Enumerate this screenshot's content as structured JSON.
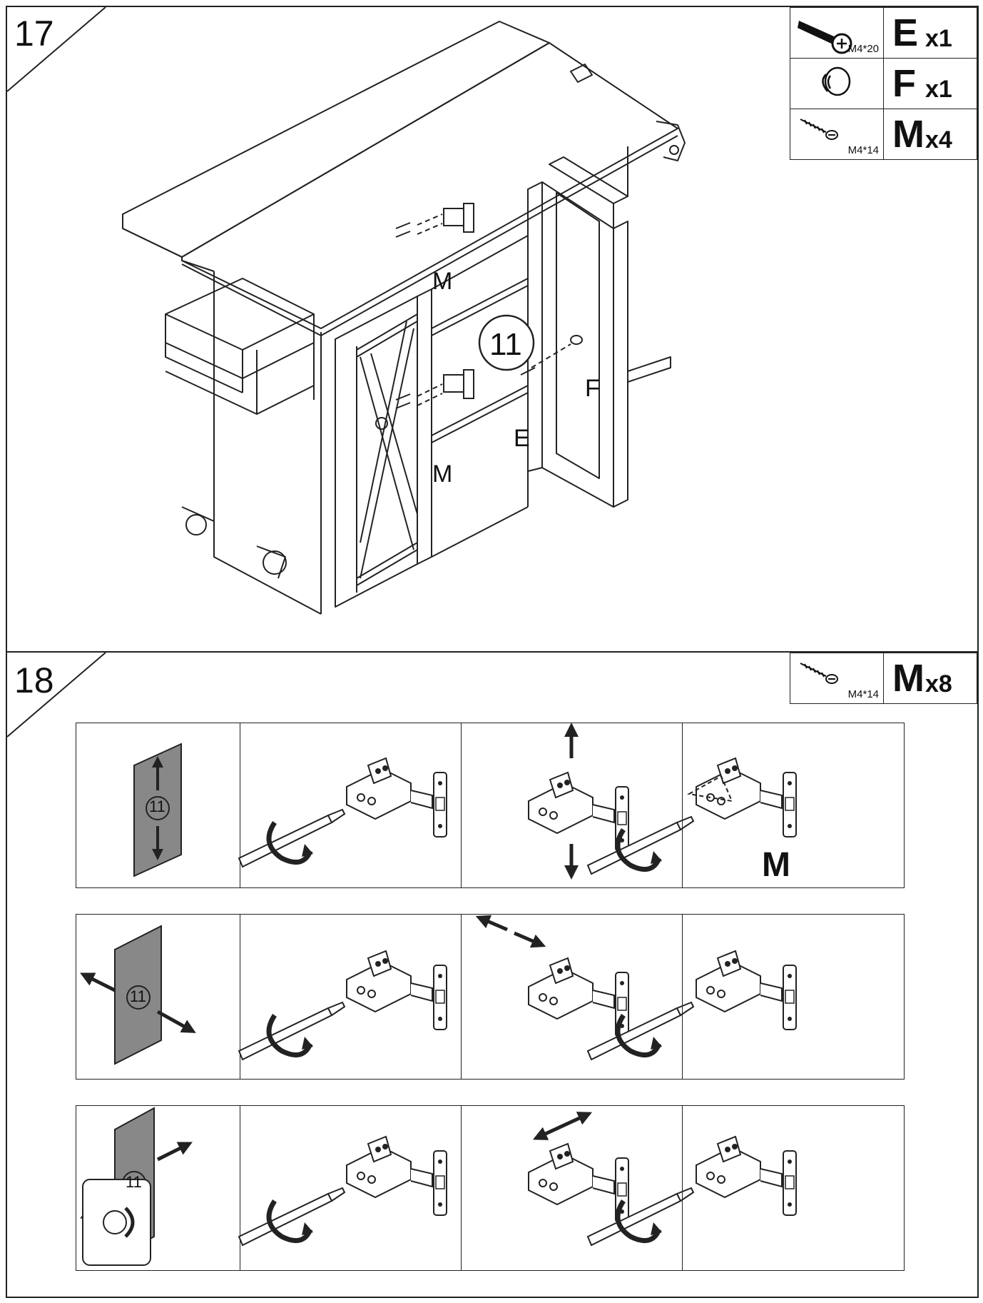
{
  "step17": {
    "number": "17",
    "parts": [
      {
        "icon": "bolt-icon",
        "size": "M4*20",
        "letter": "E",
        "qty": "x1"
      },
      {
        "icon": "knob-icon",
        "size": "",
        "letter": "F",
        "qty": "x1"
      },
      {
        "icon": "screw-icon",
        "size": "M4*14",
        "letter": "M",
        "qty": "x4"
      }
    ],
    "callouts": {
      "panel_number": "11",
      "screw_top": "M",
      "screw_bottom": "M",
      "knob": "F",
      "bolt": "E"
    }
  },
  "step18": {
    "number": "18",
    "parts": [
      {
        "icon": "screw-icon",
        "size": "M4*14",
        "letter": "M",
        "qty": "x8"
      }
    ],
    "panel_number": "11",
    "screw_callout": "M"
  }
}
